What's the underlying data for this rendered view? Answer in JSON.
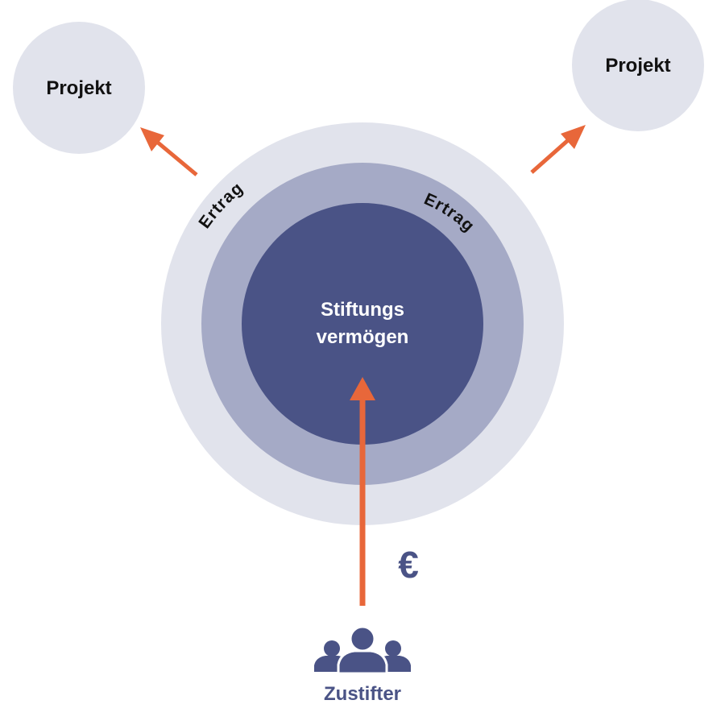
{
  "projects": {
    "left_label": "Projekt",
    "right_label": "Projekt"
  },
  "rings": {
    "outer_label": "Ertrag",
    "middle_label": "Ertrag"
  },
  "core": {
    "line1": "Stiftungs",
    "line2": "vermögen"
  },
  "currency_symbol": "€",
  "contributors": {
    "label": "Zustifter",
    "icon": "people-group-icon"
  },
  "colors": {
    "outer_ring": "#e1e3ec",
    "middle_ring": "#a5aac6",
    "core": "#4a5386",
    "project_circle": "#e1e3ec",
    "arrow": "#e8673a",
    "accent_text": "#4a5386",
    "label_dark": "#111111",
    "label_light": "#ffffff"
  }
}
